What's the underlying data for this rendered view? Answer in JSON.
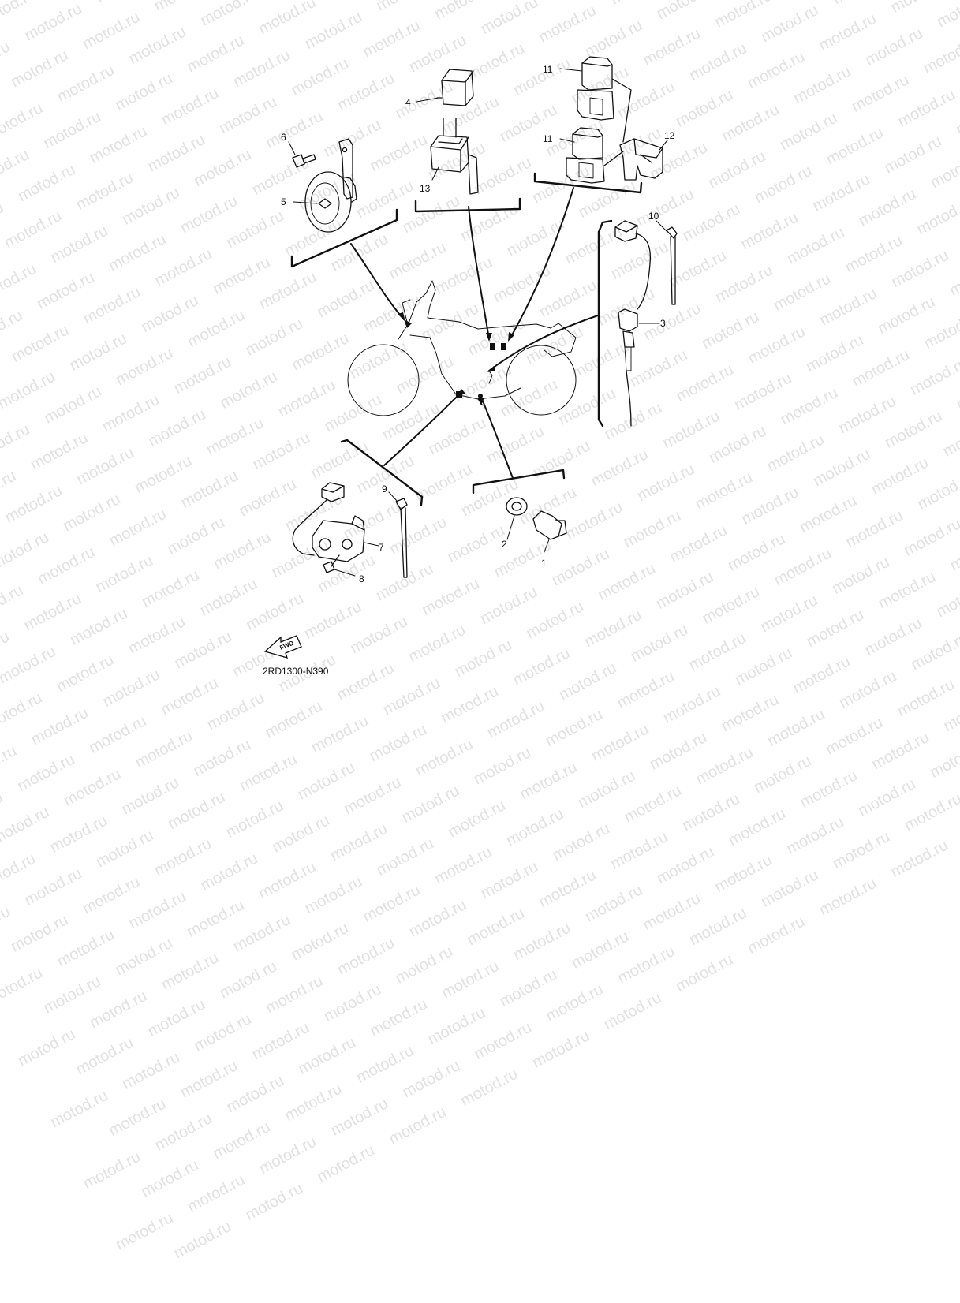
{
  "watermark": {
    "text": "motod.ru"
  },
  "diagram": {
    "part_code": "2RD1300-N390",
    "fwd_label": "FWD",
    "callouts": [
      "1",
      "2",
      "3",
      "4",
      "5",
      "6",
      "7",
      "8",
      "9",
      "10",
      "11",
      "11",
      "12",
      "13"
    ]
  }
}
